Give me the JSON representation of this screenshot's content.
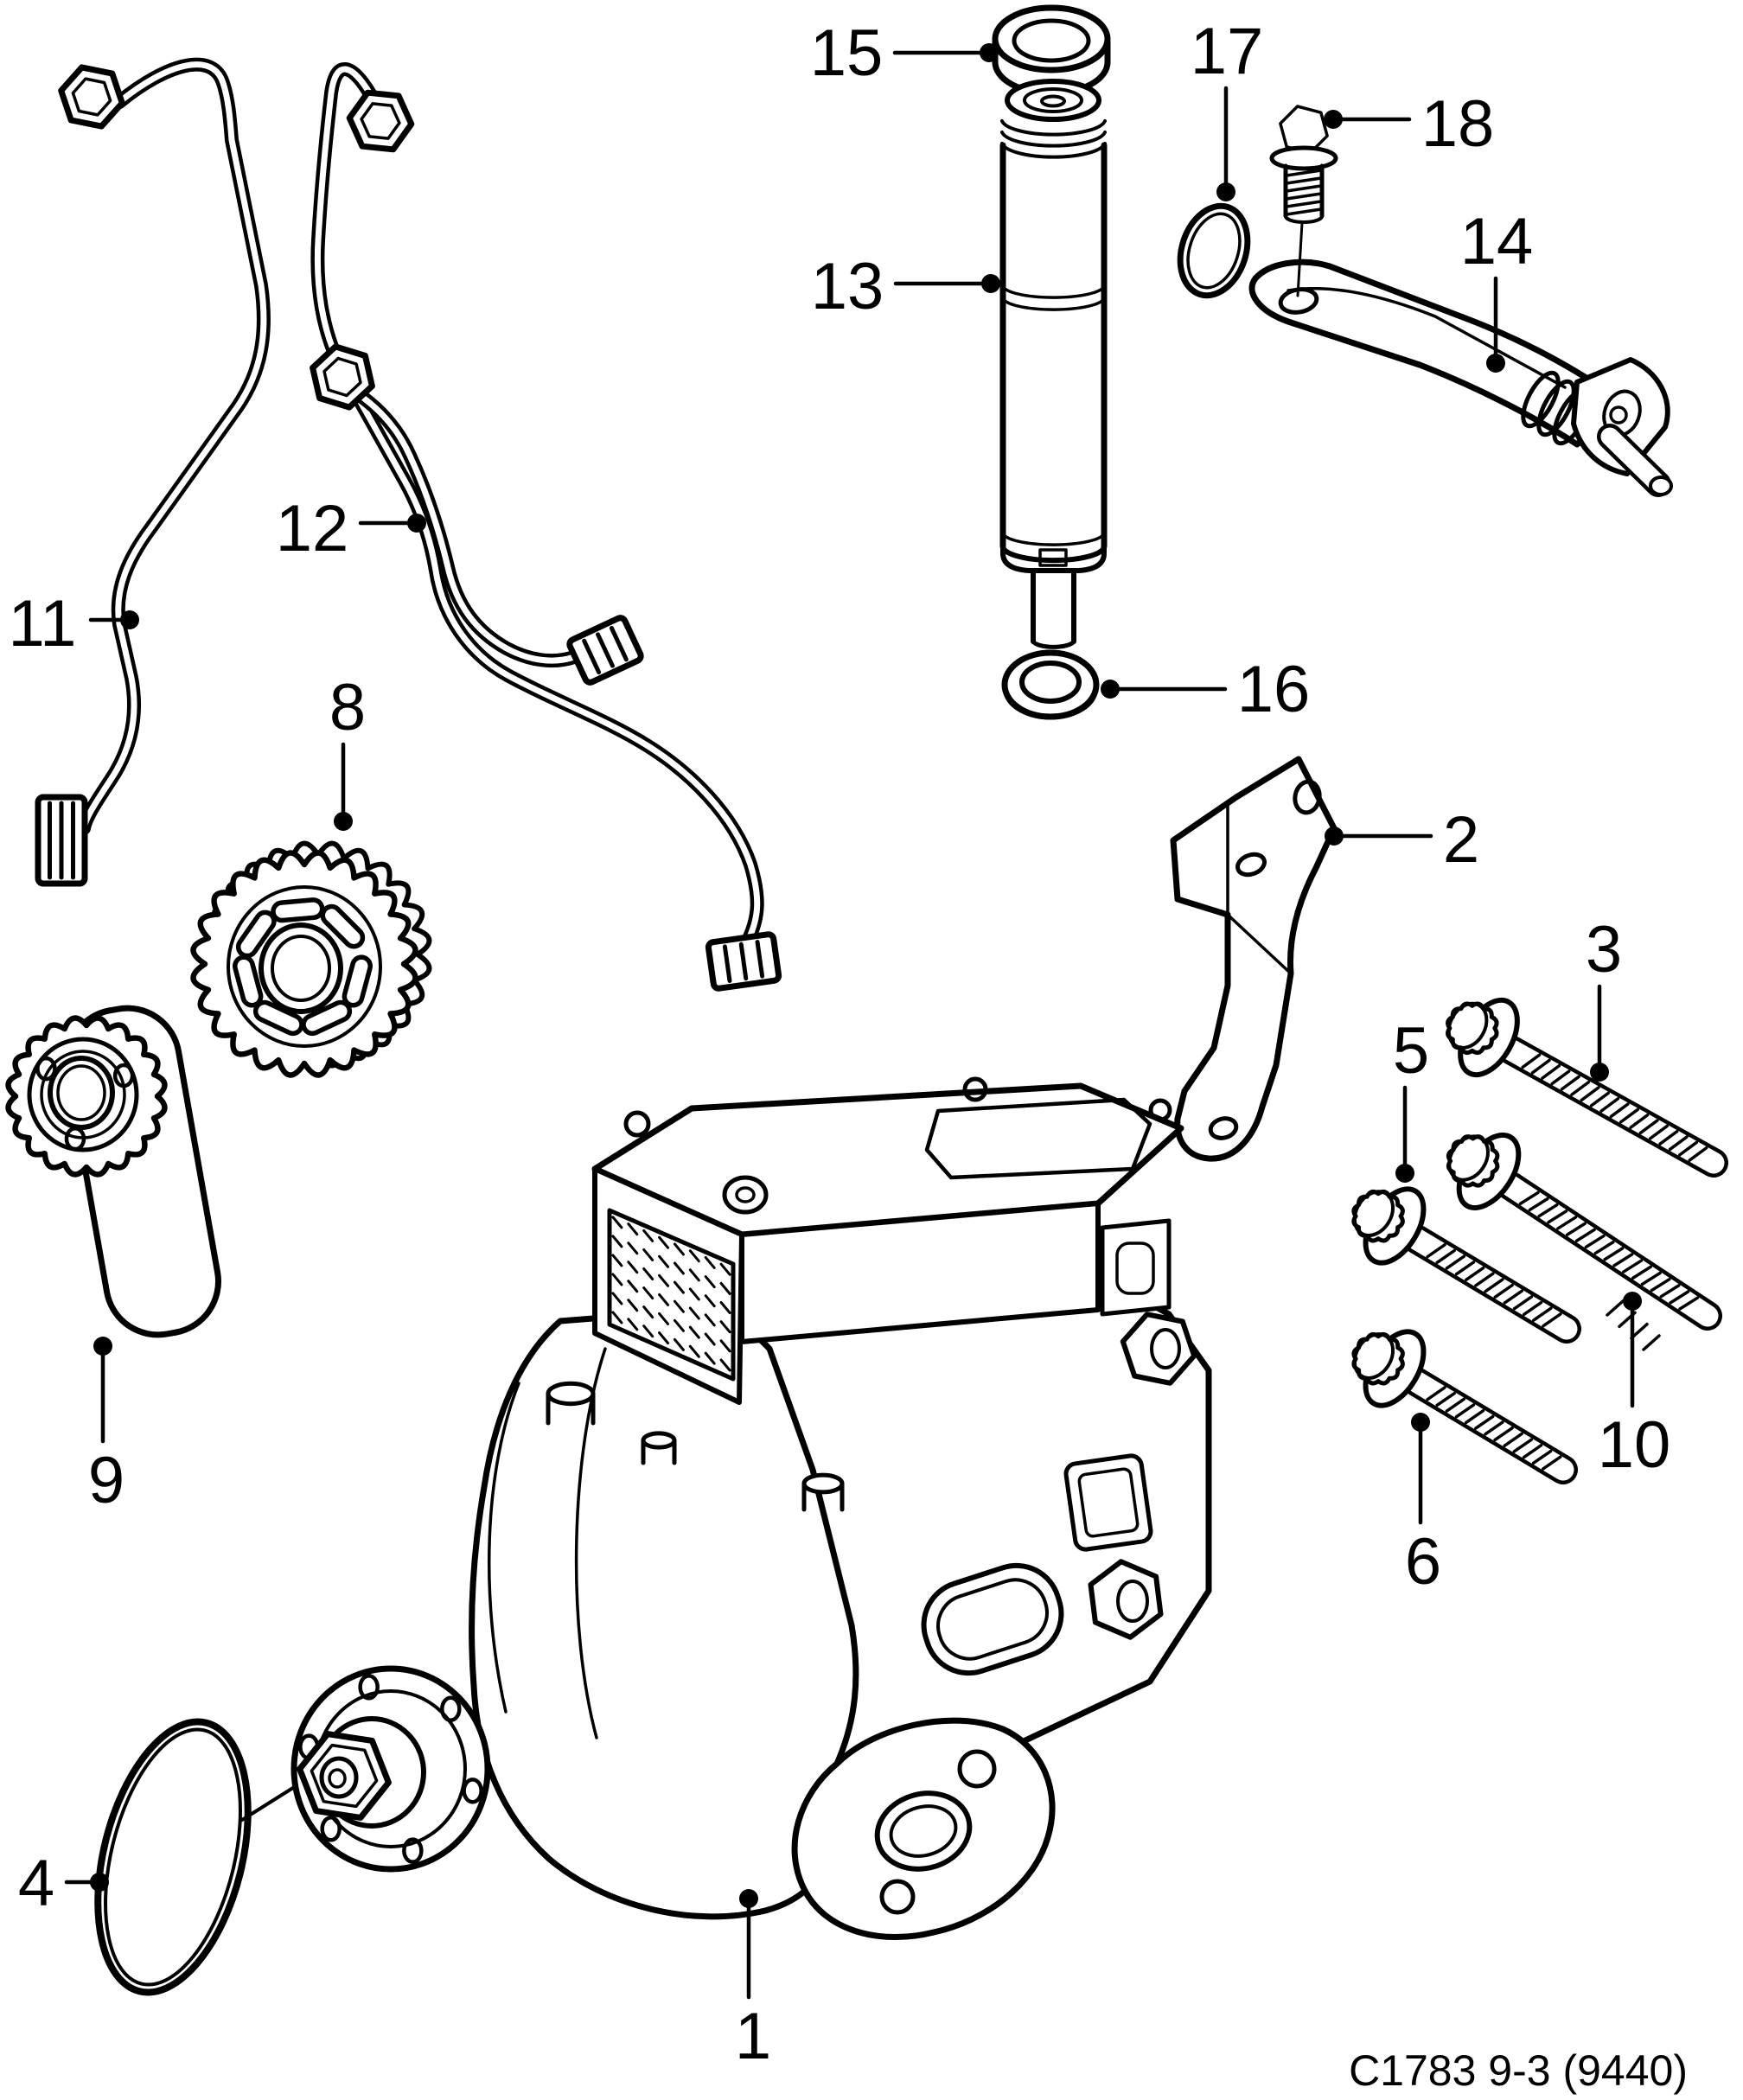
{
  "page": {
    "background": "#ffffff",
    "line_color": "#000000"
  },
  "diagram": {
    "type": "exploded-parts-diagram",
    "caption": "C1783 9-3 (9440)",
    "callouts": [
      {
        "number": "1",
        "label": [
          871,
          2354
        ],
        "dot": [
          866,
          2196
        ]
      },
      {
        "number": "2",
        "label": [
          1690,
          970
        ],
        "dot": [
          1543,
          967
        ]
      },
      {
        "number": "3",
        "label": [
          1855,
          1097
        ],
        "dot": [
          1850,
          1240
        ]
      },
      {
        "number": "4",
        "label": [
          42,
          2177
        ],
        "dot": [
          115,
          2177
        ]
      },
      {
        "number": "5",
        "label": [
          1632,
          1214
        ],
        "dot": [
          1625,
          1357
        ]
      },
      {
        "number": "6",
        "label": [
          1646,
          1805
        ],
        "dot": [
          1643,
          1645
        ]
      },
      {
        "number": "8",
        "label": [
          402,
          817
        ],
        "dot": [
          397,
          950
        ]
      },
      {
        "number": "9",
        "label": [
          123,
          1711
        ],
        "dot": [
          119,
          1557
        ]
      },
      {
        "number": "10",
        "label": [
          1890,
          1670
        ],
        "dot": [
          1888,
          1505
        ]
      },
      {
        "number": "11",
        "label": [
          49,
          720
        ],
        "dot": [
          150,
          717
        ]
      },
      {
        "number": "12",
        "label": [
          361,
          610
        ],
        "dot": [
          482,
          605
        ]
      },
      {
        "number": "13",
        "label": [
          980,
          330
        ],
        "dot": [
          1146,
          328
        ]
      },
      {
        "number": "14",
        "label": [
          1731,
          278
        ],
        "dot": [
          1730,
          420
        ]
      },
      {
        "number": "15",
        "label": [
          979,
          60
        ],
        "dot": [
          1144,
          61
        ]
      },
      {
        "number": "16",
        "label": [
          1473,
          796
        ],
        "dot": [
          1284,
          797
        ]
      },
      {
        "number": "17",
        "label": [
          1419,
          58
        ],
        "dot": [
          1418,
          222
        ]
      },
      {
        "number": "18",
        "label": [
          1686,
          142
        ],
        "dot": [
          1542,
          138
        ]
      }
    ]
  }
}
